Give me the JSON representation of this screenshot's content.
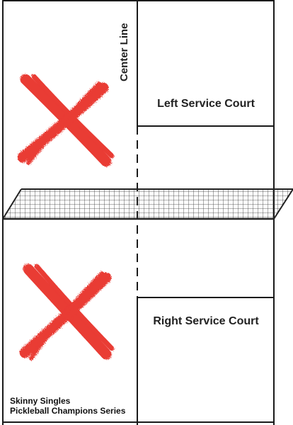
{
  "labels": {
    "center_line": "Center Line",
    "left_service_court": "Left Service Court",
    "right_service_court": "Right Service Court"
  },
  "credit": {
    "line1": "Skinny Singles",
    "line2": "Pickleball Champions Series"
  },
  "colors": {
    "lines": "#1a1a1a",
    "x_mark": "#e8302c",
    "net_mesh": "#333333",
    "background": "#ffffff"
  },
  "icons": {
    "top_mark": "x-mark-icon",
    "bottom_mark": "x-mark-icon"
  }
}
